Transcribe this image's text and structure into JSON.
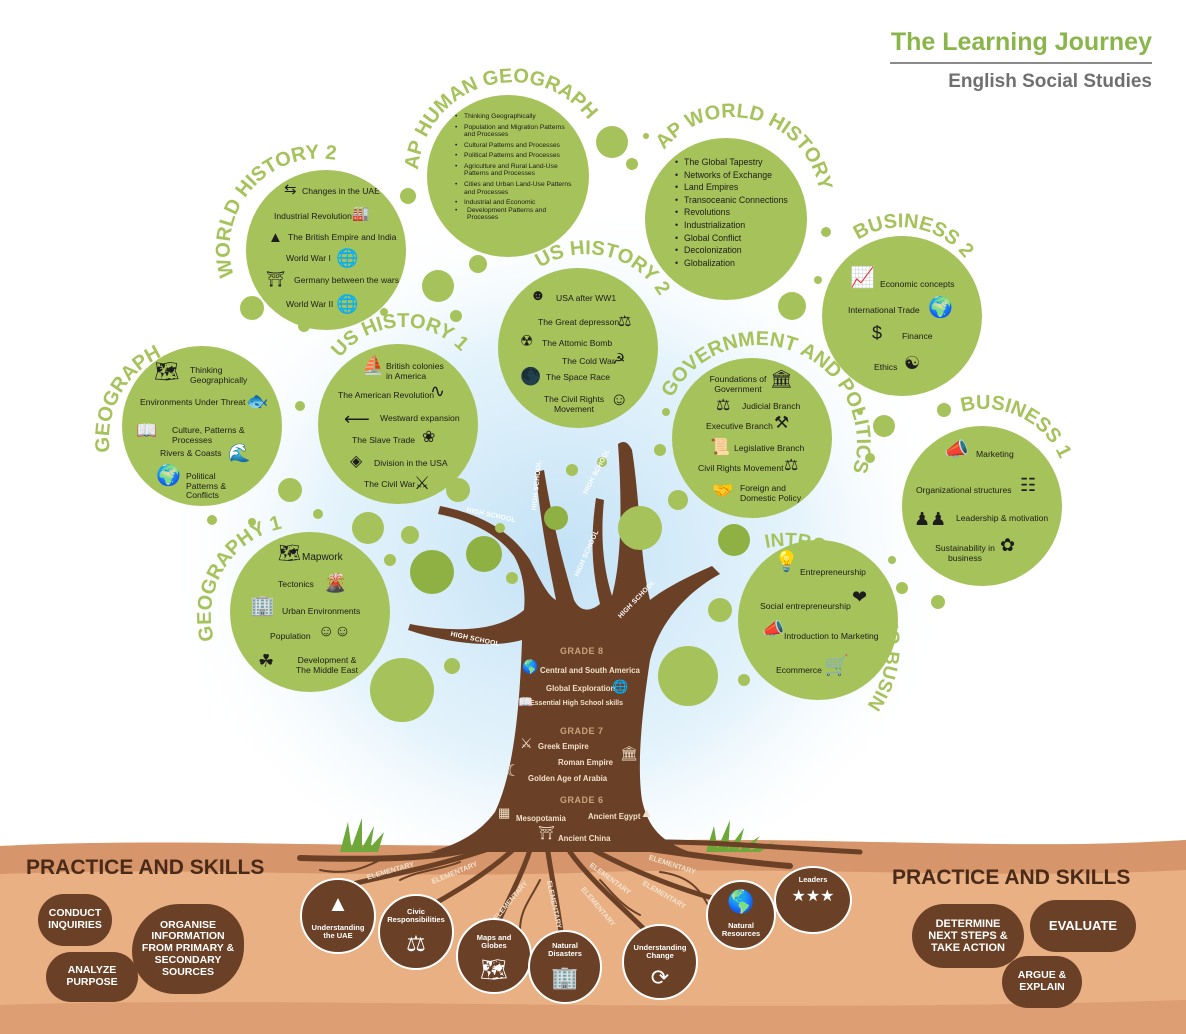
{
  "header": {
    "title": "The Learning Journey",
    "subtitle": "English Social Studies"
  },
  "courses": {
    "ap_human_geography": {
      "name": "AP HUMAN GEOGRAPHY",
      "items": [
        "Thinking Geographically",
        "Population and Migration Patterns and Processes",
        "Cultural Patterns and Processes",
        "Political Patterns and Processes",
        "Agriculture and Rural Land-Use Patterns and Processes",
        "Cities and Urban Land-Use Patterns and Processes",
        "Industrial and Economic",
        "Development Patterns and Processes"
      ]
    },
    "ap_world_history": {
      "name": "AP WORLD HISTORY",
      "items": [
        "The Global Tapestry",
        "Networks of Exchange",
        "Land Empires",
        "Transoceanic Connections",
        "Revolutions",
        "Industrialization",
        "Global Conflict",
        "Decolonization",
        "Globalization"
      ]
    },
    "world_history_2": {
      "name": "WORLD HISTORY 2",
      "items": [
        "Changes in the UAE",
        "Industrial Revolution",
        "The British Empire and India",
        "World War I",
        "Germany between the wars",
        "World War II"
      ]
    },
    "us_history_2": {
      "name": "US HISTORY 2",
      "items": [
        "USA after WW1",
        "The Great depresson",
        "The Attomic Bomb",
        "The Cold War",
        "The Space Race",
        "The Civil Rights Movement"
      ]
    },
    "business_2": {
      "name": "BUSINESS 2",
      "items": [
        "Economic concepts",
        "International Trade",
        "Finance",
        "Ethics"
      ]
    },
    "geography_2": {
      "name": "GEOGRAPHY 2",
      "items": [
        "Thinking Geographically",
        "Environments Under Threat",
        "Culture, Patterns & Processes",
        "Rivers & Coasts",
        "Political Patterns & Conflicts"
      ]
    },
    "us_history_1": {
      "name": "US HISTORY 1",
      "items": [
        "British colonies in America",
        "The American Revolution",
        "Westward expansion",
        "The Slave Trade",
        "Division in the USA",
        "The Civil War"
      ]
    },
    "government_and_politics": {
      "name": "GOVERNMENT AND POLITICS",
      "items": [
        "Foundations of Government",
        "Judicial Branch",
        "Executive Branch",
        "Legislative Branch",
        "Civil Rights Movement",
        "Foreign and Domestic Policy"
      ]
    },
    "business_1": {
      "name": "BUSINESS 1",
      "items": [
        "Marketing",
        "Organizational structures",
        "Leadership & motivation",
        "Sustainability in business"
      ]
    },
    "geography_1": {
      "name": "GEOGRAPHY 1",
      "items": [
        "Mapwork",
        "Tectonics",
        "Urban Environments",
        "Population",
        "Development & The Middle East"
      ]
    },
    "introduction_to_business": {
      "name": "INTRODUCTION TO BUSINESS",
      "items": [
        "Entrepreneurship",
        "Social entrepreneurship",
        "Introduction to Marketing",
        "Ecommerce"
      ]
    }
  },
  "trunk": {
    "branch_label": "HIGH SCHOOL",
    "grades": [
      {
        "title": "GRADE 8",
        "items": [
          "Central and South America",
          "Global Exploration",
          "Essential High School skills"
        ]
      },
      {
        "title": "GRADE 7",
        "items": [
          "Greek Empire",
          "Roman Empire",
          "Golden Age of Arabia"
        ]
      },
      {
        "title": "GRADE 6",
        "items": [
          "Mesopotamia",
          "Ancient Egypt",
          "Ancient China"
        ]
      }
    ]
  },
  "roots": {
    "root_label": "ELEMENTARY",
    "nodes": [
      "Understanding the UAE",
      "Civic Responsibilities",
      "Maps and Globes",
      "Natural Disasters",
      "Understanding Change",
      "Natural Resources",
      "Leaders"
    ]
  },
  "practice": {
    "left_title": "PRACTICE AND SKILLS",
    "right_title": "PRACTICE AND SKILLS",
    "left_skills": [
      "CONDUCT INQUIRIES",
      "ANALYZE PURPOSE",
      "ORGANISE INFORMATION FROM PRIMARY & SECONDARY SOURCES"
    ],
    "right_skills": [
      "DETERMINE NEXT STEPS & TAKE ACTION",
      "EVALUATE",
      "ARGUE & EXPLAIN"
    ]
  },
  "colors": {
    "leaf": "#a6c25a",
    "leaf_dark": "#8fb143",
    "trunk": "#6a4026",
    "soil": "#e9b084",
    "soil_dark": "#d6956a",
    "title_green": "#8ab54a"
  },
  "icons": [
    "arrows-icon",
    "factory-icon",
    "india-map-icon",
    "globe-icon",
    "arch-icon",
    "person-icon",
    "money-bag-icon",
    "bomb-icon",
    "hammer-sickle-icon",
    "moon-icon",
    "face-icon",
    "chart-icon",
    "handshake-globe-icon",
    "dollar-person-icon",
    "people-icon",
    "map-icon",
    "fish-icon",
    "book-icon",
    "wave-icon",
    "africa-icon",
    "ship-icon",
    "snake-icon",
    "arrow-left-icon",
    "people-chain-icon",
    "split-sign-icon",
    "crossed-swords-icon",
    "capitol-icon",
    "scales-icon",
    "gavel-icon",
    "document-icon",
    "handshake-icon",
    "megaphone-icon",
    "org-chart-icon",
    "team-icon",
    "plant-hand-icon",
    "lightbulb-icon",
    "heart-hands-icon",
    "laptop-cart-icon",
    "volcano-icon",
    "city-icon",
    "crowd-icon",
    "mideast-map-icon",
    "temple-icon",
    "helmet-icon",
    "colosseum-icon",
    "crescent-icon",
    "bricks-icon",
    "pyramid-icon",
    "pagoda-icon"
  ]
}
